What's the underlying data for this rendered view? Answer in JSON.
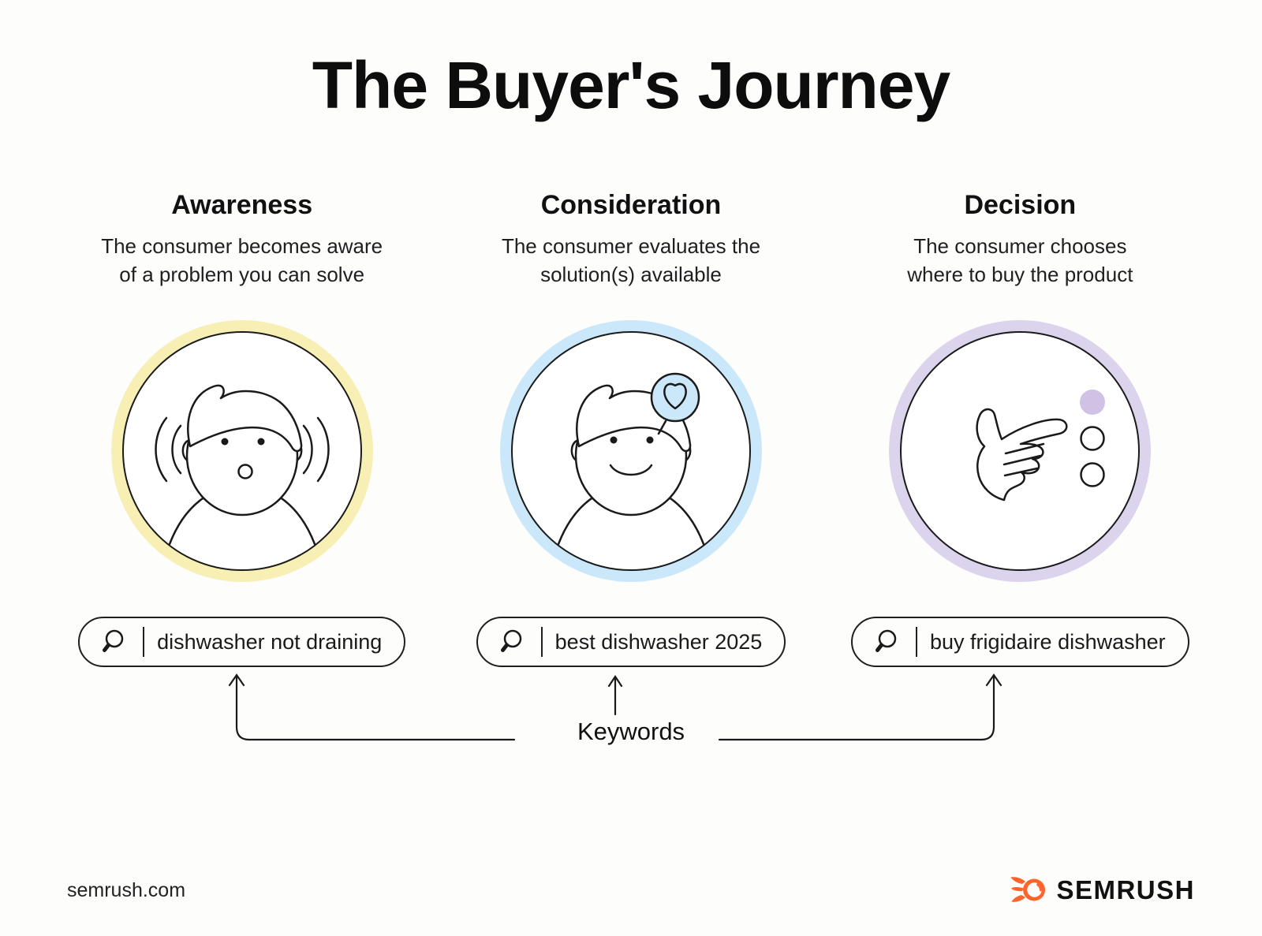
{
  "page": {
    "title": "The Buyer's Journey",
    "keywords_label": "Keywords"
  },
  "stages": [
    {
      "label": "Awareness",
      "lines": [
        "The consumer becomes aware",
        "of a problem you can solve"
      ],
      "ring_color": "#F8EFB5",
      "icon": "surprised-listening-face-icon",
      "query": "dishwasher not draining"
    },
    {
      "label": "Consideration",
      "lines": [
        "The consumer evaluates the",
        "solution(s) available"
      ],
      "ring_color": "#CBE7FA",
      "icon": "smiling-face-heart-thought-icon",
      "query": "best dishwasher 2025"
    },
    {
      "label": "Decision",
      "lines": [
        "The consumer chooses",
        "where to buy the product"
      ],
      "ring_color": "#DCD3ED",
      "dot_color": "#CFC2E5",
      "icon": "pointing-hand-options-icon",
      "query": "buy frigidaire dishwasher"
    }
  ],
  "footer": {
    "site": "semrush.com",
    "brand": "SEMRUSH",
    "brand_color": "#FF642D",
    "ink_color": "#1A1A1A"
  }
}
